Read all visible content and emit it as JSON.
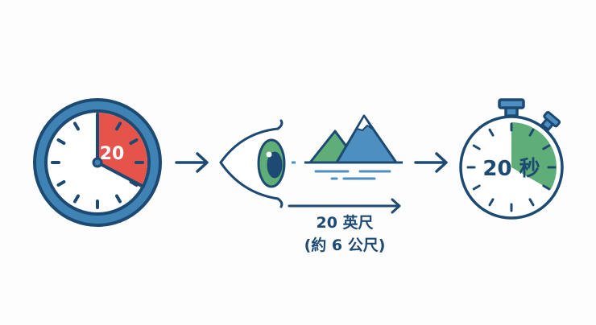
{
  "clock": {
    "label": "20",
    "sector_color": "#e5534b"
  },
  "distance": {
    "line1": "20 英尺",
    "line2": "(約 6 公尺)"
  },
  "stopwatch": {
    "label": "20 秒",
    "sector_color": "#5fae78"
  },
  "colors": {
    "outline": "#1d4a72",
    "ring": "#3f83b5",
    "green": "#5fae78",
    "blue": "#4e8fc2"
  }
}
